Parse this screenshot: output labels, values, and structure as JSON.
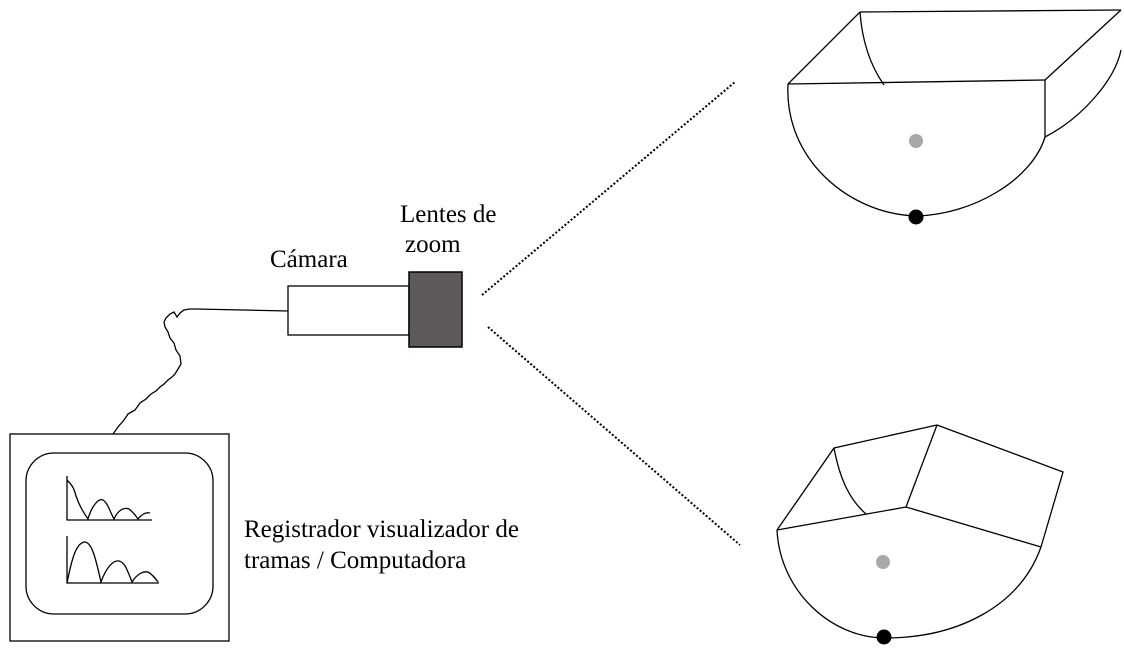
{
  "labels": {
    "lens_line1": "Lentes de",
    "lens_line2": "zoom",
    "camera": "Cámara",
    "recorder_line1": "Registrador visualizador de",
    "recorder_line2": "tramas / Computadora"
  },
  "colors": {
    "lens_fill": "#5e5a5a",
    "ball_gray": "#a8a8a8",
    "ball_black": "#000000",
    "stroke": "#000000"
  }
}
